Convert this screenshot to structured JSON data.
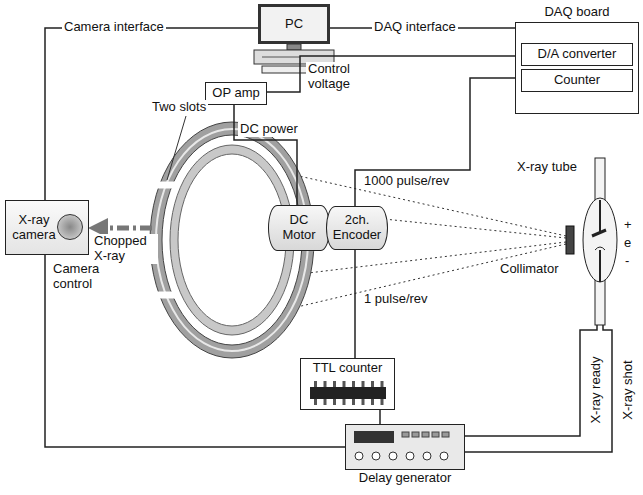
{
  "diagram": {
    "nodes": [
      {
        "text": [
          "PC"
        ]
      },
      {
        "text": [
          "DAQ board"
        ]
      },
      {
        "text": [
          "D/A converter"
        ],
        "in": 1
      },
      {
        "text": [
          "Counter"
        ],
        "in": 1
      },
      {
        "text": [
          "OP amp"
        ]
      },
      {
        "text": [
          "X-ray camera"
        ]
      },
      {
        "text": [
          "DC Motor"
        ]
      },
      {
        "text": [
          "2ch. Encoder"
        ]
      },
      {
        "text": [
          "TTL counter"
        ]
      },
      {
        "text": [
          "Delay generator"
        ]
      }
    ],
    "edges": [
      {
        "from": 5,
        "to": 0,
        "label": "Camera interface",
        "arrow": "none"
      },
      {
        "from": 0,
        "to": 1,
        "label": "DAQ interface",
        "arrow": "none"
      },
      {
        "from": 2,
        "to": 4,
        "label": "Control voltage",
        "arrow": "none"
      },
      {
        "from": 4,
        "to": 6,
        "label": "DC power",
        "arrow": "none"
      },
      {
        "from": 3,
        "to": 7,
        "label": "1000 pulse/rev",
        "arrow": "none"
      },
      {
        "from": 7,
        "to": 8,
        "label": "1 pulse/rev",
        "arrow": "none"
      },
      {
        "from": 8,
        "to": 9,
        "arrow": "none"
      },
      {
        "from": 9,
        "to": 5,
        "label": "Camera control",
        "arrow": "none"
      }
    ],
    "labels": [
      "Two slots",
      "Chopped X-ray",
      "X-ray tube",
      "+",
      "e",
      "-",
      "Collimator",
      "X-ray ready",
      "X-ray shot"
    ]
  }
}
